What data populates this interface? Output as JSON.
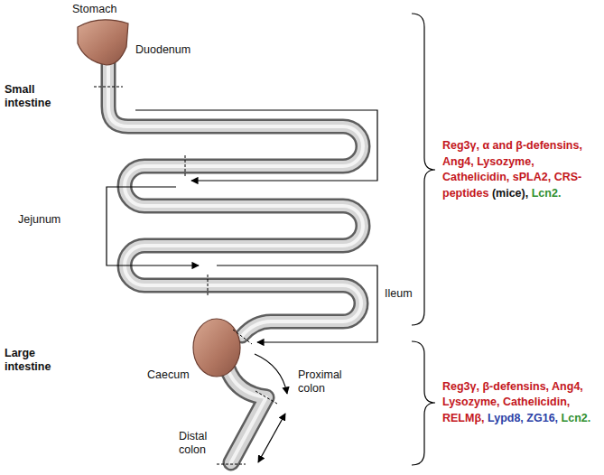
{
  "diagram": {
    "labels": [
      "Stomach",
      "Small intestine",
      "Duodenum",
      "Jejunum",
      "Ileum",
      "Large intestine",
      "Caecum",
      "Proximal colon",
      "Distal colon",
      "Reg3γ, α and β-defensins, Ang4, Lysozyme, Cathelicidin, sPLA2, CRS-peptides",
      "(mice),",
      "Lcn2.",
      "Reg3γ, β-defensins, Ang4, Lysozyme, Cathelicidin, RELMβ,",
      "Lypd8,",
      "ZG16,",
      "Lcn2."
    ]
  }
}
